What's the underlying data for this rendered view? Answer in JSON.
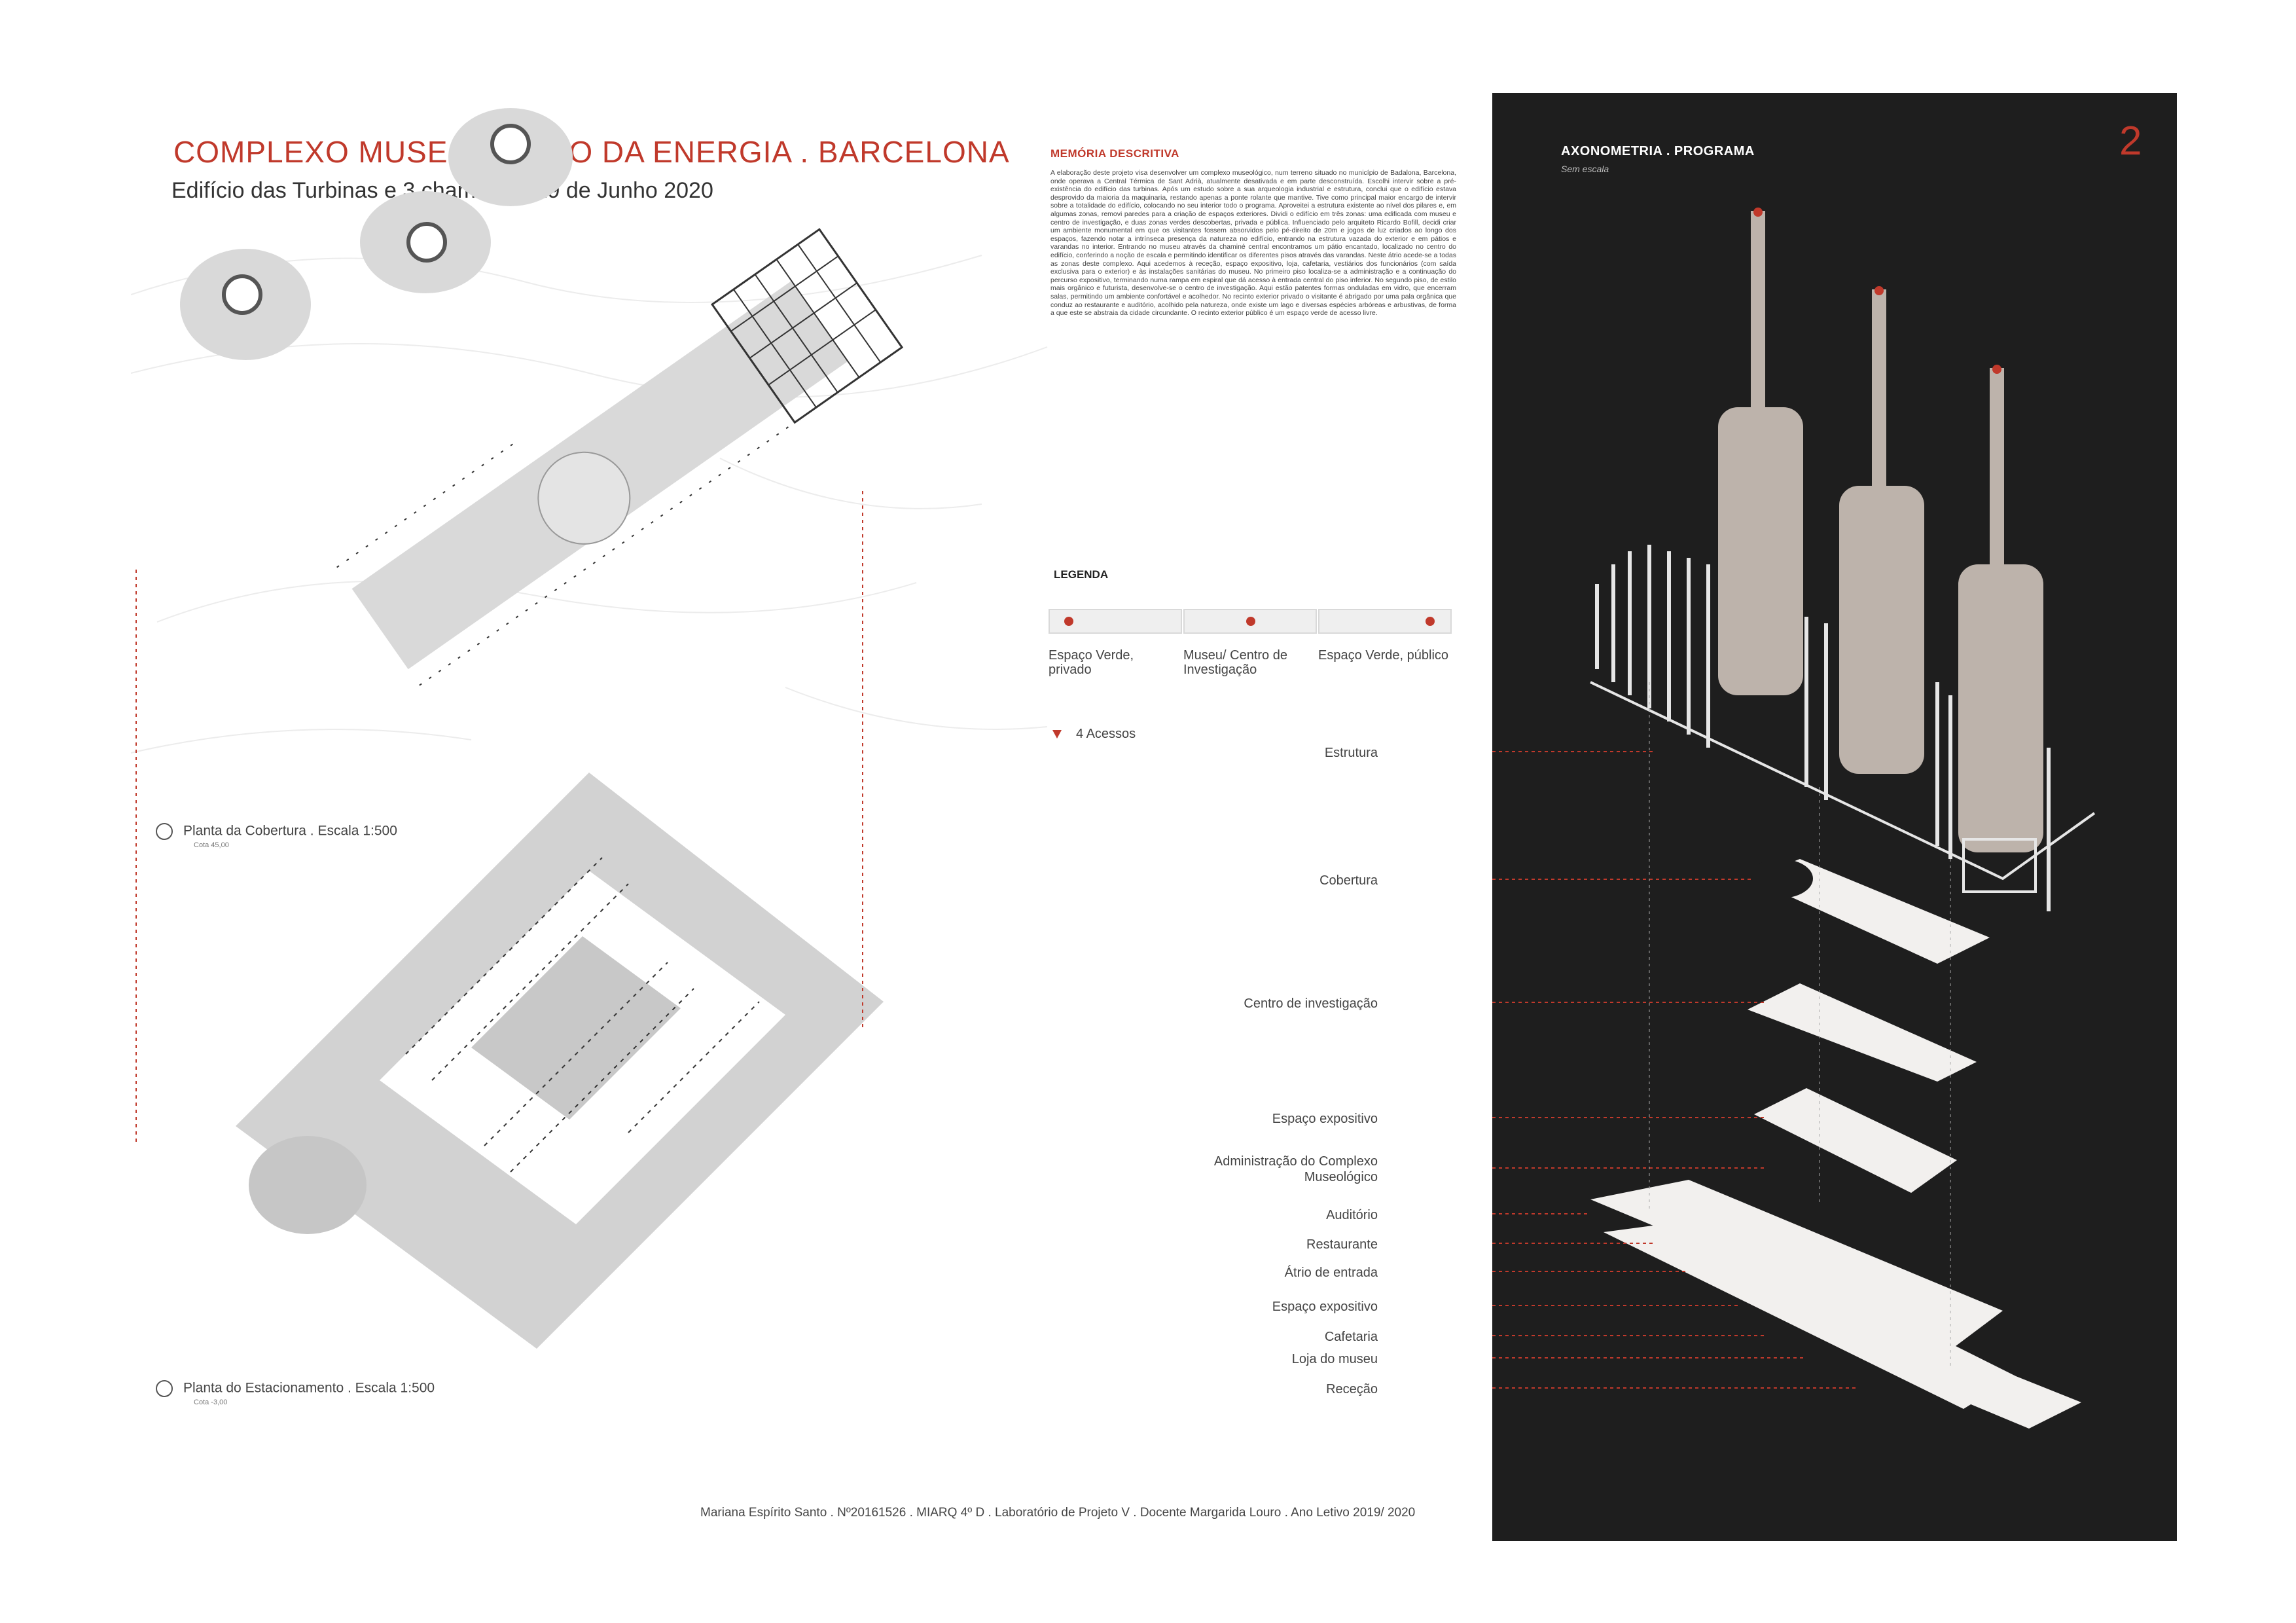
{
  "header": {
    "title": "COMPLEXO MUSEOLÓGICO DA ENERGIA . BARCELONA",
    "subtitle": "Edifício das Turbinas e 3 chaminés  .  29 de Junho 2020"
  },
  "memoria": {
    "heading": "MEMÓRIA DESCRITIVA",
    "body": "A elaboração deste projeto visa desenvolver um complexo museológico, num terreno situado no município de Badalona, Barcelona, onde operava a Central Térmica de Sant Adrià, atualmente desativada e em parte desconstruída. Escolhi intervir sobre a pré-existência do edifício das turbinas. Após um estudo sobre a sua arqueologia industrial e estrutura, conclui que o edifício estava desprovido da maioria da maquinaria, restando apenas a ponte rolante que mantive. Tive como principal maior encargo de intervir sobre a totalidade do edifício, colocando no seu interior todo o programa. Aproveitei a estrutura existente ao nível dos pilares e, em algumas zonas, removi paredes para a criação de espaços exteriores. Dividi o edifício em três zonas: uma edificada com museu e centro de investigação, e duas zonas verdes descobertas, privada e pública. Influenciado pelo arquiteto Ricardo Bofill, decidi criar um ambiente monumental em que os visitantes fossem absorvidos pelo pé-direito de 20m e jogos de luz criados ao longo dos espaços, fazendo notar a intrínseca presença da natureza no edifício, entrando na estrutura vazada do exterior e em pátios e varandas no interior. Entrando no museu através da chaminé central encontramos um pátio encantado, localizado no centro do edifício, conferindo a noção de escala e permitindo identificar os diferentes pisos através das varandas. Neste átrio acede-se a todas as zonas deste complexo. Aqui acedemos à receção, espaço expositivo, loja, cafetaria, vestiários dos funcionários (com saída exclusiva para o exterior) e às instalações sanitárias do museu. No primeiro piso localiza-se a administração e a continuação do percurso expositivo, terminando numa rampa em espiral que dá acesso à entrada central do piso inferior. No segundo piso, de estilo mais orgânico e futurista, desenvolve-se o centro de investigação. Aqui estão patentes formas onduladas em vidro, que encerram salas, permitindo um ambiente confortável e acolhedor. No recinto exterior privado o visitante é abrigado por uma pala orgânica que conduz ao restaurante e auditório, acolhido pela natureza, onde existe um lago e diversas espécies arbóreas e arbustivas, de forma a que este se abstraia da cidade circundante. O recinto exterior público é um espaço verde de acesso livre."
  },
  "legend": {
    "heading": "LEGENDA",
    "items": [
      {
        "label": "Espaço Verde, privado"
      },
      {
        "label": "Museu/ Centro de Investigação"
      },
      {
        "label": "Espaço Verde, público"
      }
    ],
    "acessos": "4 Acessos"
  },
  "plans": {
    "cobertura": {
      "caption": "Planta da Cobertura  .  Escala 1:500",
      "cota": "Cota 45,00"
    },
    "estacionamento": {
      "caption": "Planta do Estacionamento  .  Escala 1:500",
      "cota": "Cota -3,00"
    }
  },
  "axonometria": {
    "title": "AXONOMETRIA . PROGRAMA",
    "subtitle": "Sem escala",
    "page_number": "2",
    "labels": [
      "Estrutura",
      "Cobertura",
      "Centro de investigação",
      "Espaço expositivo",
      "Administração do Complexo Museológico",
      "Auditório",
      "Restaurante",
      "Átrio de entrada",
      "Espaço expositivo",
      "Cafetaria",
      "Loja do museu",
      "Receção"
    ]
  },
  "footer": {
    "text": "Mariana Espírito Santo . Nº20161526 . MIARQ 4º D . Laboratório de Projeto V . Docente Margarida Louro . Ano Letivo 2019/ 2020"
  },
  "colors": {
    "accent": "#c0392b",
    "dark_panel": "#1e1e1e",
    "plan_gray": "#d9d9d9"
  }
}
